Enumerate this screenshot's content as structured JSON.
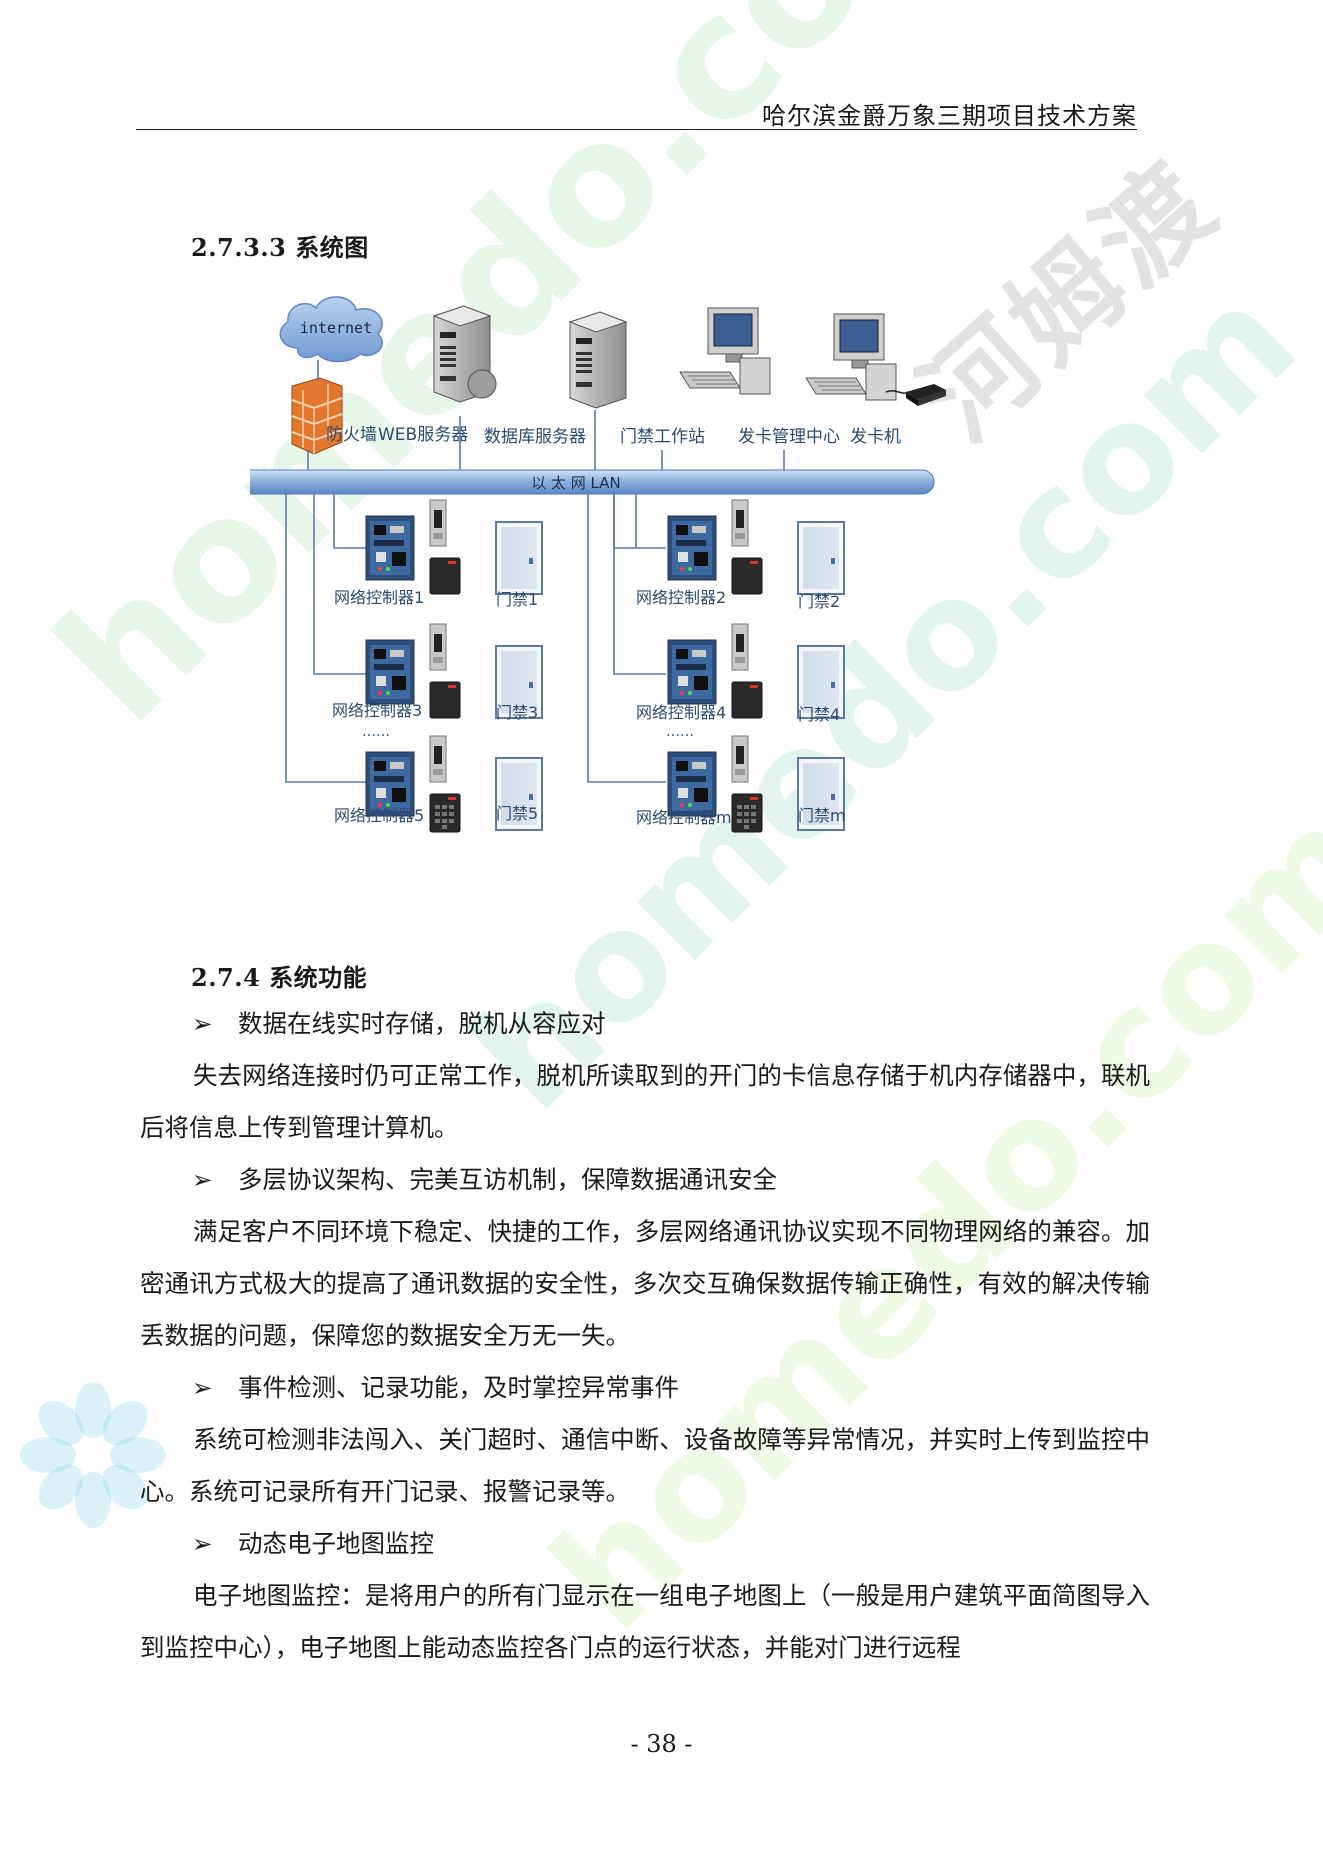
{
  "header": {
    "title": "哈尔滨金爵万象三期项目技术方案"
  },
  "section_2733": {
    "number": "2.7.3.3",
    "title": "系统图"
  },
  "diagram": {
    "cloud": "internet",
    "top_labels": {
      "firewall": "防火墙",
      "web_server": "WEB服务器",
      "db_server": "数据库服务器",
      "workstation": "门禁工作站",
      "card_center": "发卡管理中心",
      "card_issuer": "发卡机"
    },
    "bus_label": "以 太 网 LAN",
    "controllers": [
      "网络控制器1",
      "网络控制器2",
      "网络控制器3",
      "网络控制器4",
      "网络控制器5",
      "网络控制器m"
    ],
    "doors": [
      "门禁1",
      "门禁2",
      "门禁3",
      "门禁4",
      "门禁5",
      "门禁m"
    ],
    "ellipsis": "……"
  },
  "section_274": {
    "number": "2.7.4",
    "title": "系统功能",
    "bullet_mark": "➢",
    "items": [
      {
        "heading": "数据在线实时存储，脱机从容应对",
        "body": "失去网络连接时仍可正常工作，脱机所读取到的开门的卡信息存储于机内存储器中，联机后将信息上传到管理计算机。"
      },
      {
        "heading": "多层协议架构、完美互访机制，保障数据通讯安全",
        "body": "满足客户不同环境下稳定、快捷的工作，多层网络通讯协议实现不同物理网络的兼容。加密通讯方式极大的提高了通讯数据的安全性，多次交互确保数据传输正确性，有效的解决传输丢数据的问题，保障您的数据安全万无一失。"
      },
      {
        "heading": "事件检测、记录功能，及时掌控异常事件",
        "body": "系统可检测非法闯入、关门超时、通信中断、设备故障等异常情况，并实时上传到监控中心。系统可记录所有开门记录、报警记录等。"
      },
      {
        "heading": "动态电子地图监控",
        "body": "电子地图监控：是将用户的所有门显示在一组电子地图上（一般是用户建筑平面简图导入到监控中心），电子地图上能动态监控各门点的运行状态，并能对门进行远程"
      }
    ]
  },
  "footer": {
    "page": "- 38 -"
  },
  "watermark": {
    "latin": "homedo.com",
    "cn": "河姆渡"
  }
}
